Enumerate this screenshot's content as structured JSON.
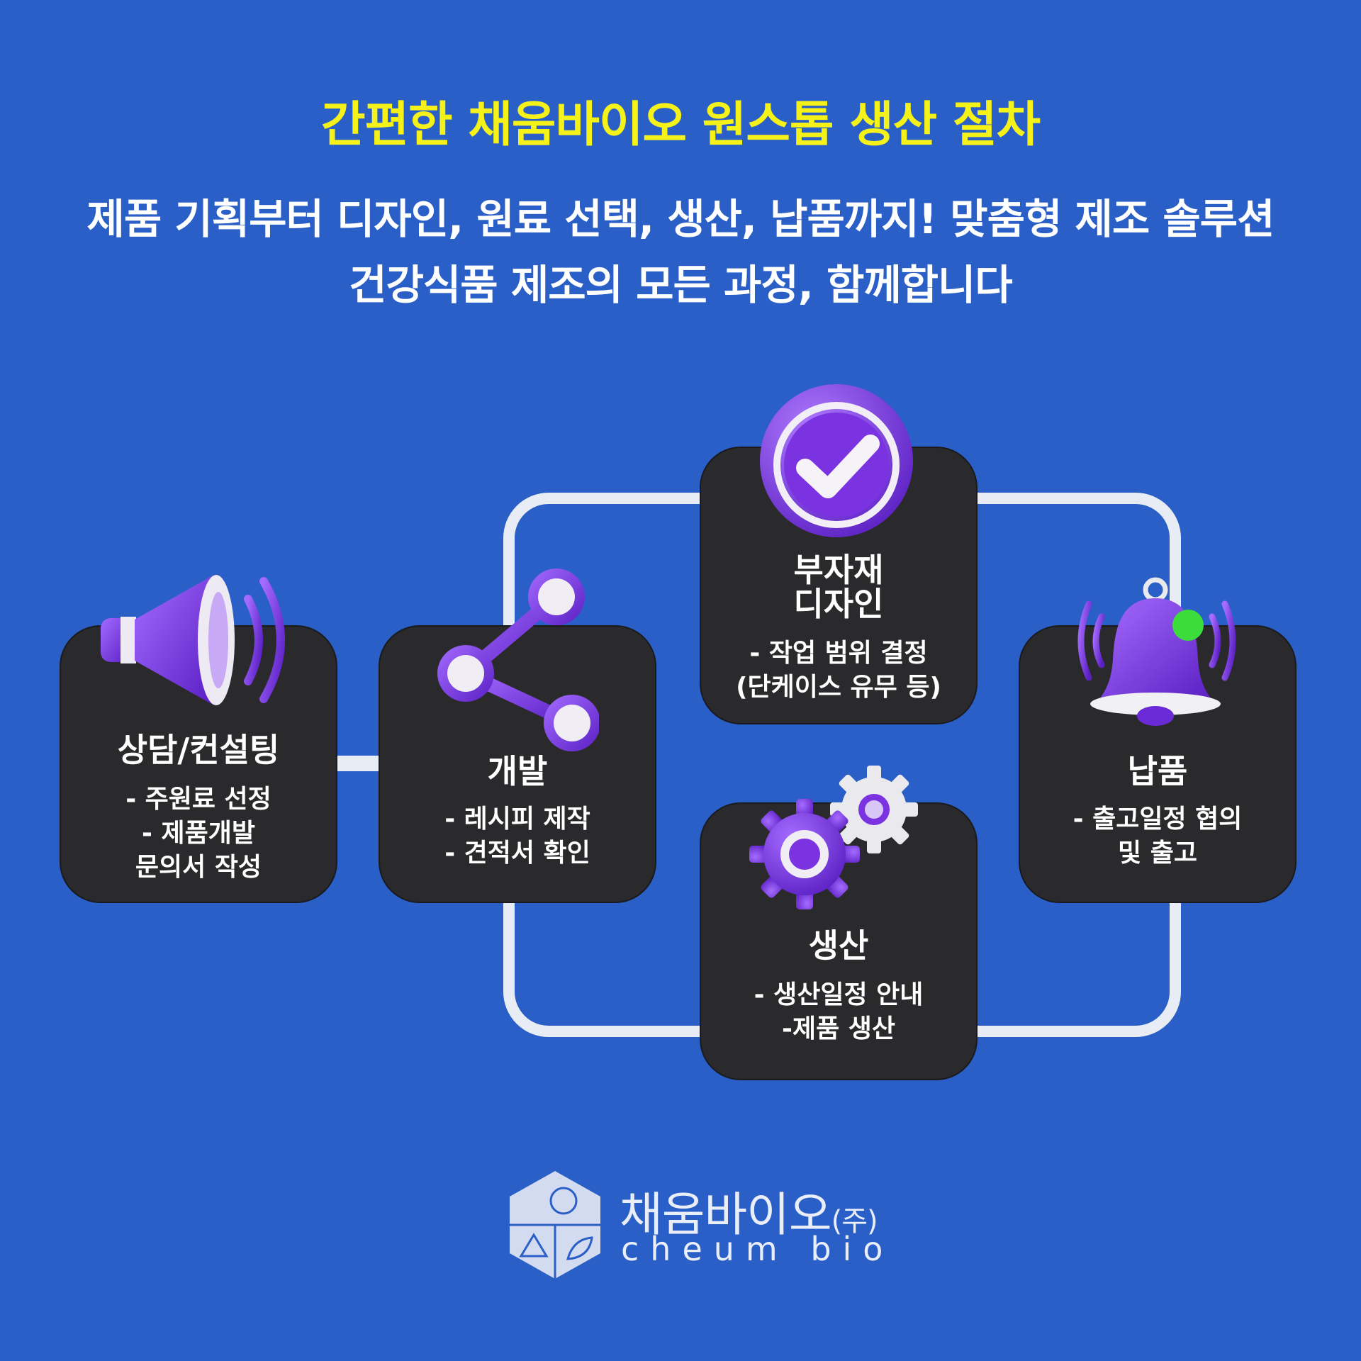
{
  "header": {
    "title": "간편한 채움바이오 원스톱 생산 절차",
    "subtitle_line1": "제품 기획부터 디자인, 원료 선택, 생산, 납품까지! 맞춤형 제조 솔루션",
    "subtitle_line2": "건강식품 제조의 모든 과정, 함께합니다"
  },
  "steps": [
    {
      "title": "상담/컨설팅",
      "lines": [
        "- 주원료 선정",
        "- 제품개발",
        "문의서 작성"
      ],
      "icon": "megaphone-icon"
    },
    {
      "title": "개발",
      "lines": [
        "- 레시피 제작",
        "- 견적서 확인"
      ],
      "icon": "share-icon"
    },
    {
      "title_lines": [
        "부자재",
        "디자인"
      ],
      "lines": [
        "- 작업 범위 결정",
        "(단케이스 유무 등)"
      ],
      "icon": "check-icon"
    },
    {
      "title": "생산",
      "lines": [
        "- 생산일정 안내",
        "-제품 생산"
      ],
      "icon": "gears-icon"
    },
    {
      "title": "납품",
      "lines": [
        "- 출고일정 협의",
        "및 출고"
      ],
      "icon": "bell-icon"
    }
  ],
  "logo": {
    "name_ko": "채움바이오",
    "corp": "(주)",
    "name_en": "cheum bio"
  },
  "colors": {
    "background": "#2a5fc7",
    "title": "#f5f21a",
    "card": "#2a2a2c",
    "icon_purple": "#7b32e0",
    "connector": "#e8ecf4",
    "bell_dot": "#3ddc3d"
  }
}
